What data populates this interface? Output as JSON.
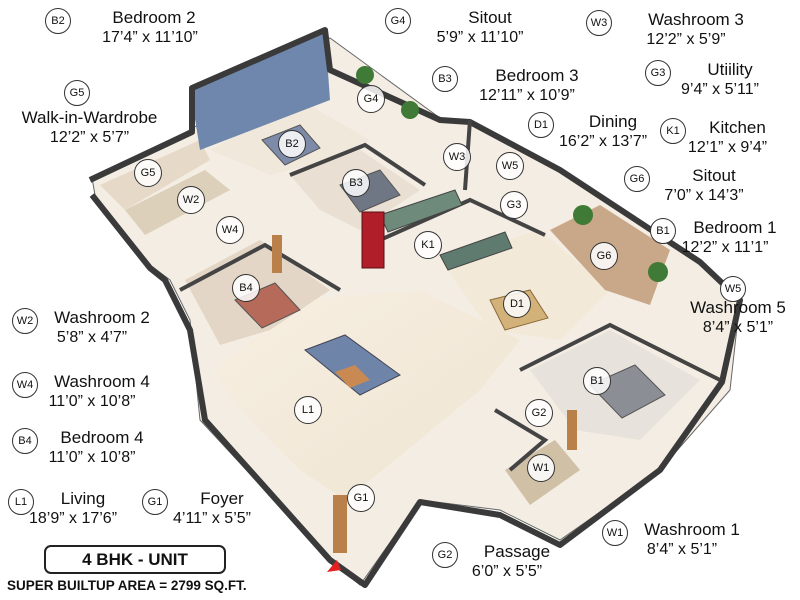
{
  "unit_label": "4 BHK - UNIT",
  "area_label": "SUPER BUILTUP AREA = 2799 SQ.FT.",
  "rooms": [
    {
      "code": "B2",
      "name": "Bedroom 2",
      "dims": "17’4” x 11’10”"
    },
    {
      "code": "G4",
      "name": "Sitout",
      "dims": "5’9” x 11’10”"
    },
    {
      "code": "W3",
      "name": "Washroom 3",
      "dims": "12’2” x 5’9”"
    },
    {
      "code": "G3",
      "name": "Utiility",
      "dims": "9’4” x 5’11”"
    },
    {
      "code": "B3",
      "name": "Bedroom 3",
      "dims": "12’11” x 10’9”"
    },
    {
      "code": "G5",
      "name": "Walk-in-Wardrobe",
      "dims": "12’2” x 5’7”"
    },
    {
      "code": "D1",
      "name": "Dining",
      "dims": "16’2” x 13’7”"
    },
    {
      "code": "K1",
      "name": "Kitchen",
      "dims": "12’1” x 9’4”"
    },
    {
      "code": "G6",
      "name": "Sitout",
      "dims": "7’0” x 14’3”"
    },
    {
      "code": "B1",
      "name": "Bedroom 1",
      "dims": "12’2” x 11’1”"
    },
    {
      "code": "W5",
      "name": "Washroom 5",
      "dims": "8’4” x 5’1”"
    },
    {
      "code": "W2",
      "name": "Washroom 2",
      "dims": "5’8” x 4’7”"
    },
    {
      "code": "W4",
      "name": "Washroom 4",
      "dims": "11’0” x 10’8”"
    },
    {
      "code": "B4",
      "name": "Bedroom 4",
      "dims": "11’0” x 10’8”"
    },
    {
      "code": "L1",
      "name": "Living",
      "dims": "18’9” x 17’6”"
    },
    {
      "code": "G1",
      "name": "Foyer",
      "dims": "4’11” x 5’5”"
    },
    {
      "code": "W1",
      "name": "Washroom 1",
      "dims": "8’4” x 5’1”"
    },
    {
      "code": "G2",
      "name": "Passage",
      "dims": "6’0” x 5’5”"
    }
  ]
}
